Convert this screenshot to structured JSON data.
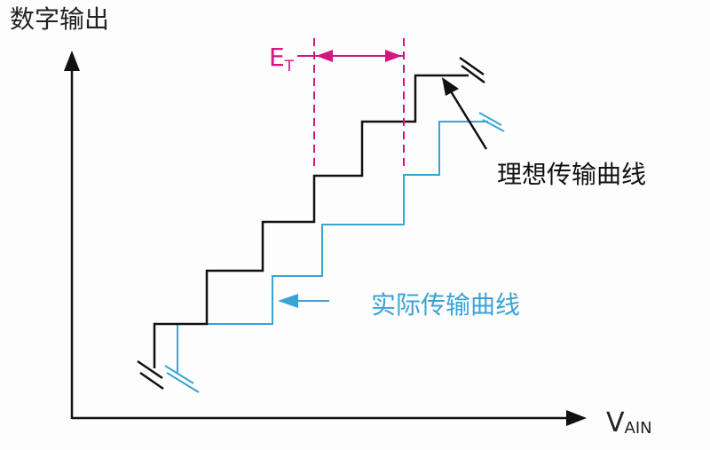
{
  "labels": {
    "y_axis": "数字输出",
    "x_axis_main": "V",
    "x_axis_sub": "AIN",
    "et_main": "E",
    "et_sub": "T",
    "ideal_curve": "理想传输曲线",
    "actual_curve": "实际传输曲线"
  },
  "colors": {
    "ideal": "#111111",
    "actual": "#3aa3d6",
    "error": "#d4157f",
    "axis": "#111111"
  }
}
